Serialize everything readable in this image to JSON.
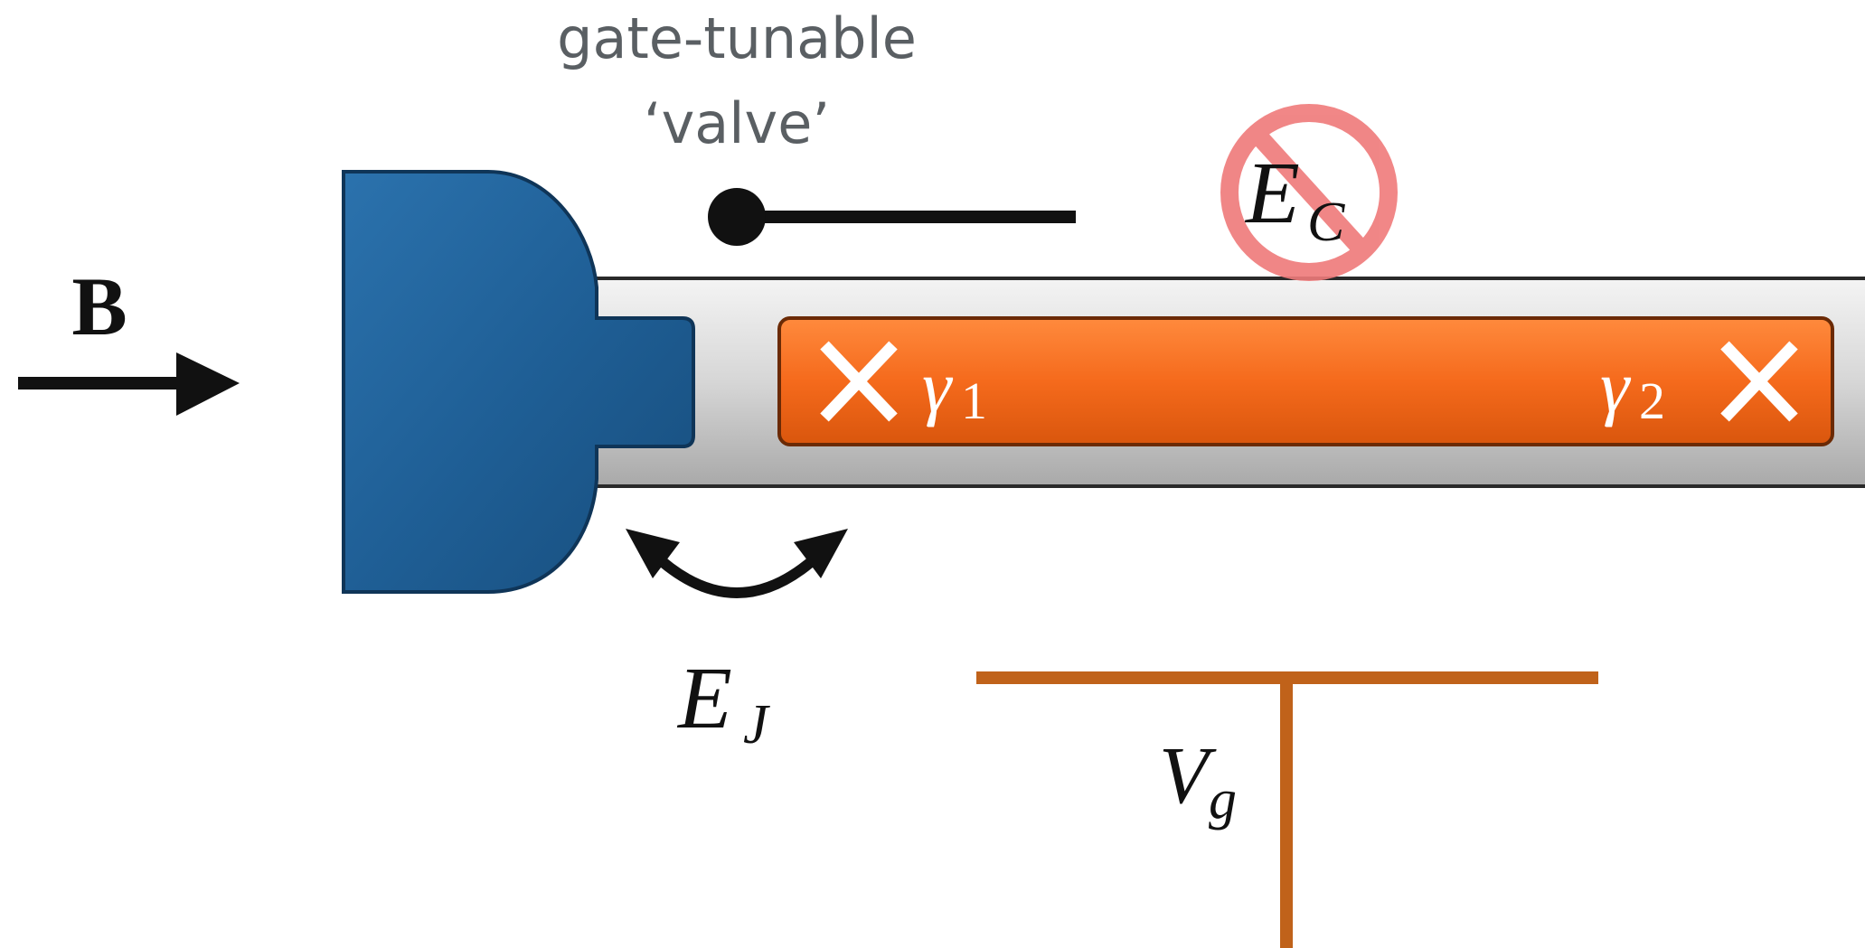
{
  "labels": {
    "valve_line1": "gate-tunable",
    "valve_line2": "‘valve’",
    "field": "B",
    "ec_main": "E",
    "ec_sub": "C",
    "ej_main": "E",
    "ej_sub": "J",
    "vg_main": "V",
    "vg_sub": "g",
    "gamma1_main": "γ",
    "gamma1_sub": "1",
    "gamma2_main": "γ",
    "gamma2_sub": "2"
  },
  "colors": {
    "lead": "#1f5f96",
    "island": "#f56a1c",
    "wire": "#d4d4d4",
    "gate": "#c0621a",
    "no_symbol": "#ef7a7a",
    "label_gray": "#5a5f63",
    "ink": "#111111"
  }
}
